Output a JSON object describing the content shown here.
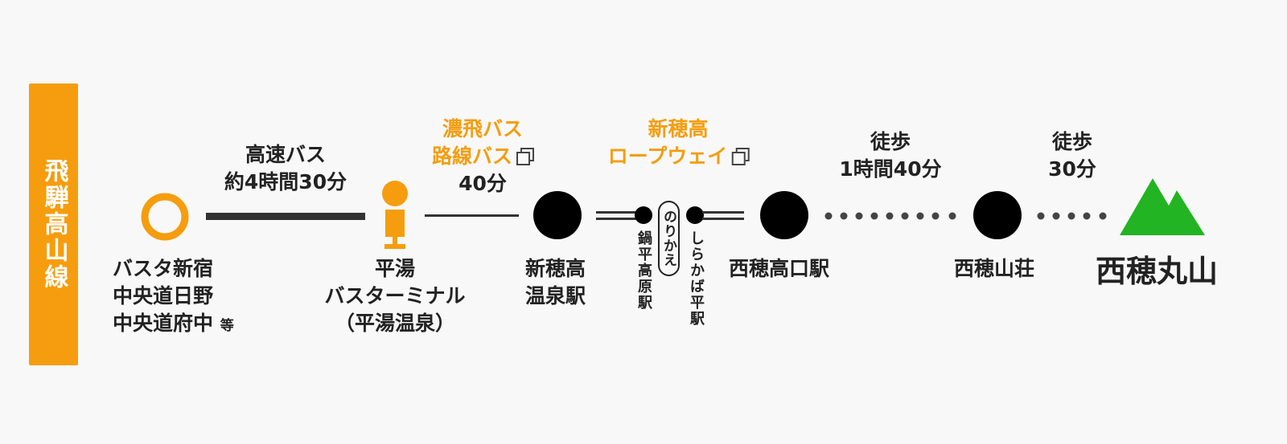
{
  "line_name": "飛騨高山線",
  "colors": {
    "accent": "#f59d0e",
    "mountain": "#22b422",
    "stop": "#000000",
    "text": "#222222"
  },
  "icons": {
    "link": "copy-icon"
  },
  "stations": {
    "basuta": {
      "lines": [
        "バスタ新宿",
        "中央道日野",
        "中央道府中"
      ],
      "suffix": "等"
    },
    "hirayu": {
      "lines": [
        "平湯",
        "バスターミナル",
        "（平湯温泉）"
      ]
    },
    "shinhotaka_onsen": {
      "lines": [
        "新穂高",
        "温泉駅"
      ]
    },
    "nabedaira": {
      "label": "鍋平高原駅"
    },
    "transfer": {
      "label": "のりかえ"
    },
    "shirakaba": {
      "label": "しらかば平駅"
    },
    "nishihotakaguchi": {
      "label": "西穂高口駅"
    },
    "nishiho_sanso": {
      "label": "西穂山荘"
    },
    "nishiho_maruyama": {
      "label": "西穂丸山"
    }
  },
  "segments": {
    "express_bus": {
      "lines": [
        "高速バス",
        "約4時間30分"
      ]
    },
    "nohi_bus": {
      "lines": [
        "濃飛バス",
        "路線バス"
      ],
      "time": "40分"
    },
    "ropeway": {
      "lines": [
        "新穂高",
        "ロープウェイ"
      ]
    },
    "walk1": {
      "lines": [
        "徒歩",
        "1時間40分"
      ]
    },
    "walk2": {
      "lines": [
        "徒歩",
        "30分"
      ]
    }
  }
}
